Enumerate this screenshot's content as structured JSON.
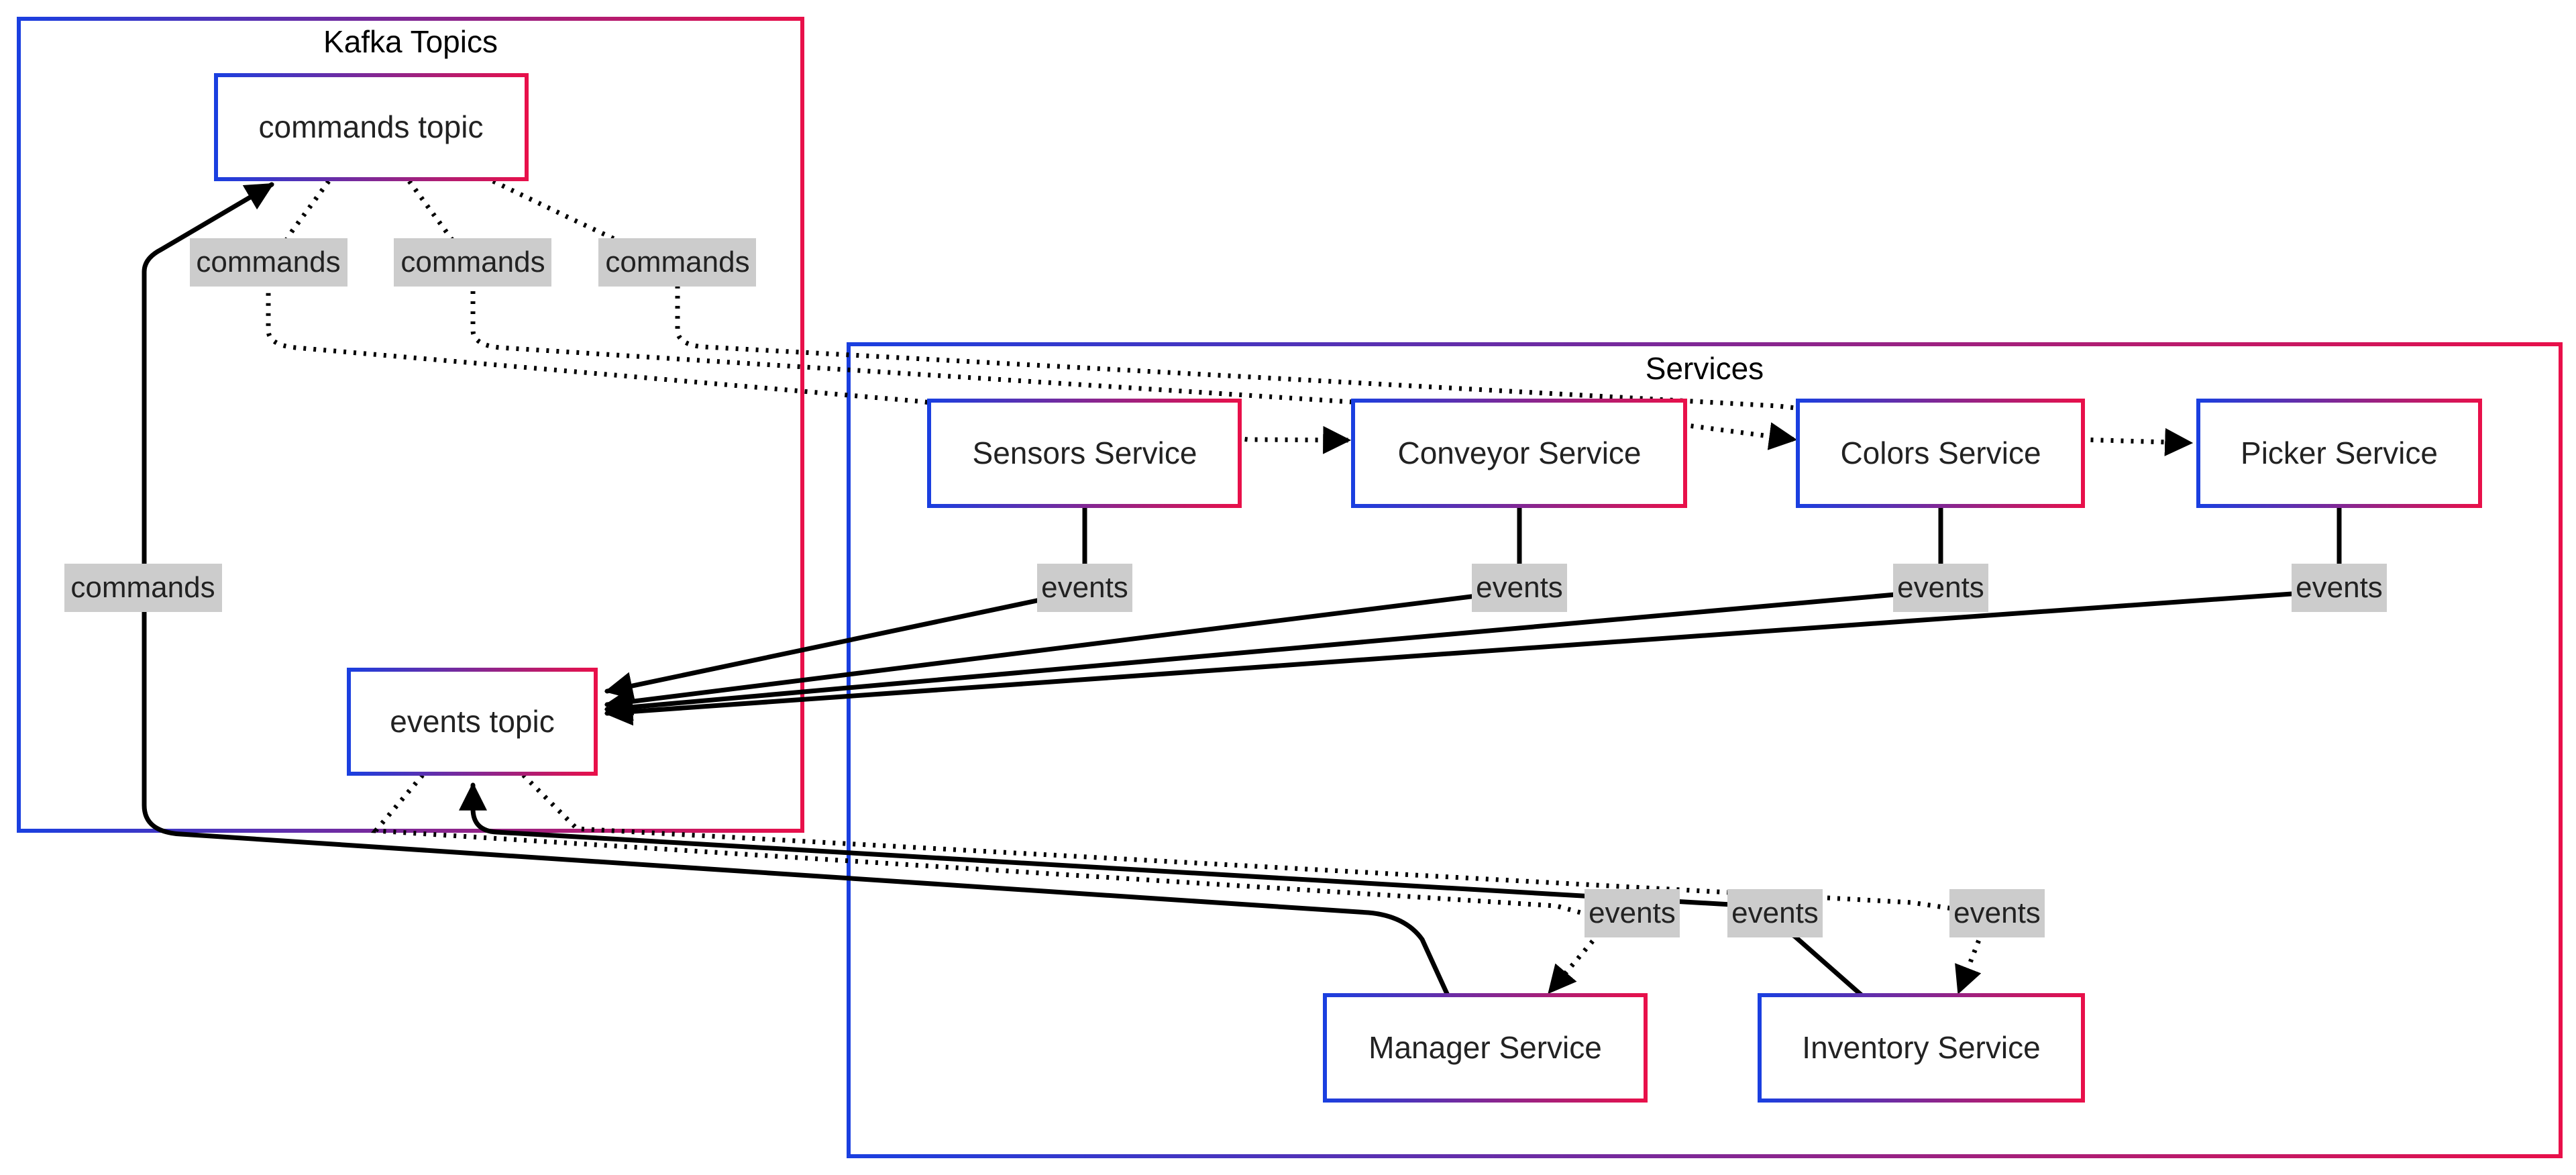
{
  "groups": {
    "kafka": {
      "title": "Kafka Topics"
    },
    "services": {
      "title": "Services"
    }
  },
  "nodes": {
    "commands_topic": "commands topic",
    "events_topic": "events topic",
    "sensors": "Sensors Service",
    "conveyor": "Conveyor Service",
    "colors": "Colors Service",
    "picker": "Picker Service",
    "manager": "Manager Service",
    "inventory": "Inventory Service"
  },
  "edge_labels": {
    "cmd_to_sensors": "commands",
    "cmd_to_conveyor": "commands",
    "cmd_to_picker": "commands",
    "manager_cmd": "commands",
    "sensors_events": "events",
    "conveyor_events": "events",
    "colors_events": "events",
    "picker_events": "events",
    "events_to_manager": "events",
    "inventory_events": "events",
    "events_to_inventory": "events"
  },
  "colors": {
    "gradient_start": "#1a3fe0",
    "gradient_end": "#e8104a",
    "label_background": "#cccccc",
    "edge": "#000000"
  }
}
